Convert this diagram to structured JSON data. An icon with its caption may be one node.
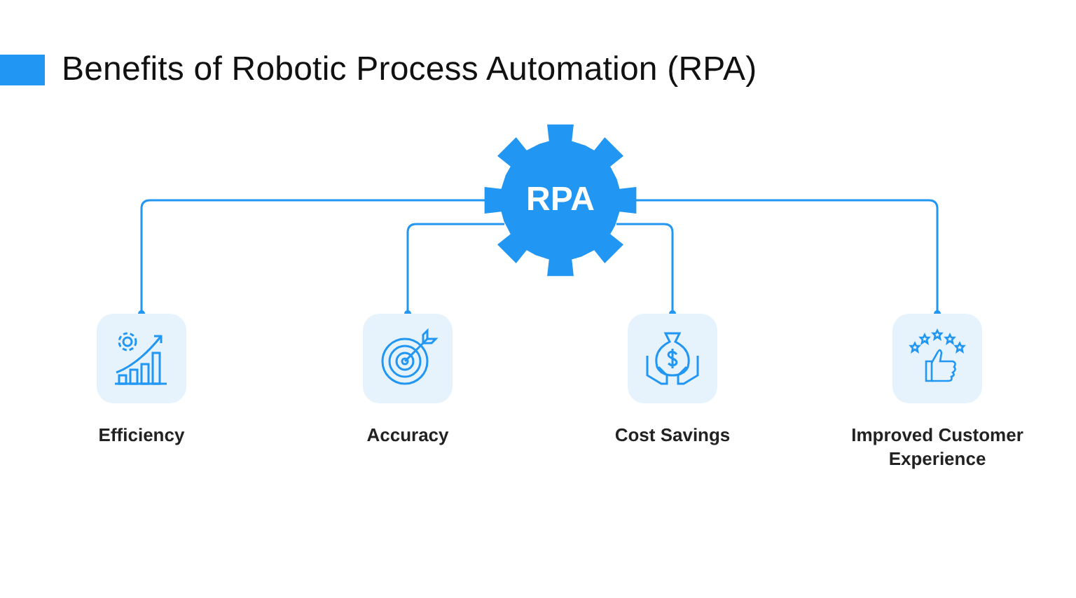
{
  "diagram": {
    "title": "Benefits of Robotic Process Automation (RPA)",
    "nodes": [
      {
        "text": [
          "RPA"
        ]
      },
      {
        "text": [
          "Efficiency"
        ]
      },
      {
        "text": [
          "Accuracy"
        ]
      },
      {
        "text": [
          "Cost Savings"
        ]
      },
      {
        "text": [
          "Improved Customer Experience"
        ]
      }
    ],
    "edges": [
      {
        "from": 0,
        "to": 1,
        "arrow": "other"
      },
      {
        "from": 0,
        "to": 2,
        "arrow": "other"
      },
      {
        "from": 0,
        "to": 3,
        "arrow": "other"
      },
      {
        "from": 0,
        "to": 4,
        "arrow": "other"
      }
    ]
  }
}
